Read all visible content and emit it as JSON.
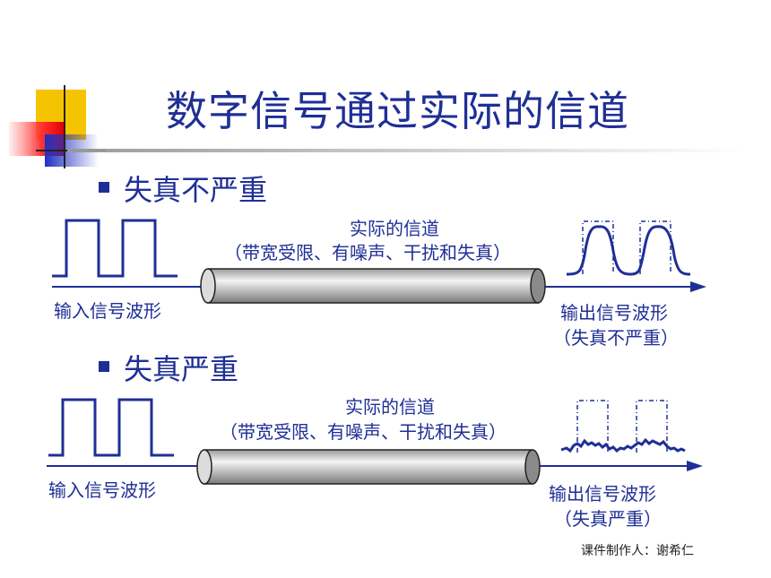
{
  "title": "数字信号通过实际的信道",
  "sections": [
    {
      "heading": "失真不严重",
      "channel_label_1": "实际的信道",
      "channel_label_2": "（带宽受限、有噪声、干扰和失真）",
      "input_label": "输入信号波形",
      "output_label_1": "输出信号波形",
      "output_label_2": "（失真不严重）"
    },
    {
      "heading": "失真严重",
      "channel_label_1": "实际的信道",
      "channel_label_2": "（带宽受限、有噪声、干扰和失真）",
      "input_label": "输入信号波形",
      "output_label_1": "输出信号波形",
      "output_label_2": "（失真严重）"
    }
  ],
  "credit": "课件制作人：谢希仁",
  "colors": {
    "primary": "#1f2f96",
    "accent_yellow": "#f5c400",
    "accent_red": "#e2001a"
  }
}
